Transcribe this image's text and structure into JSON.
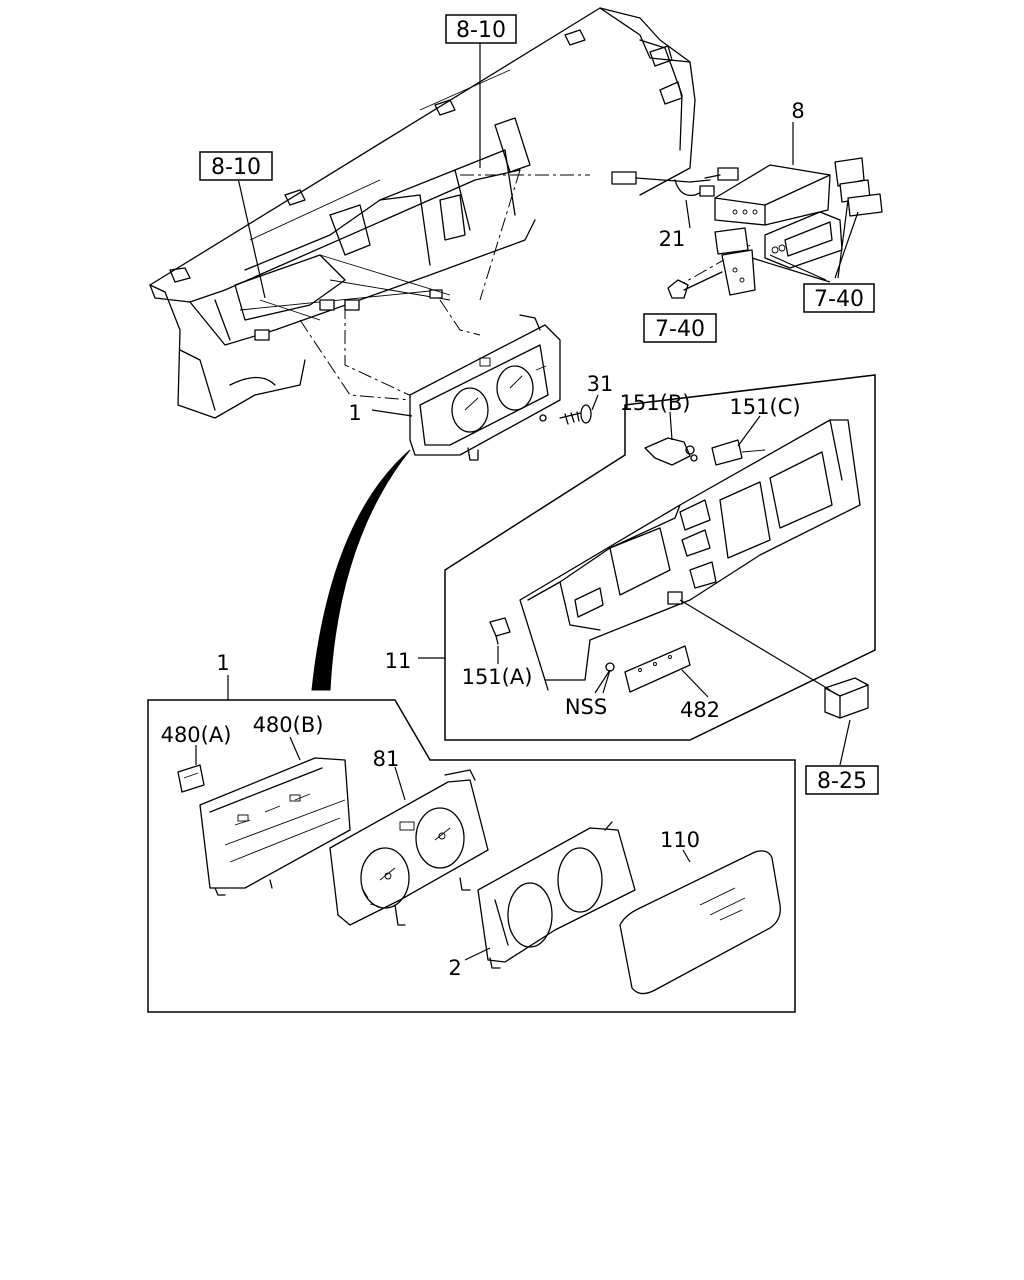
{
  "diagram": {
    "part_labels": {
      "p8": "8",
      "p21": "21",
      "p31": "31",
      "p1_top": "1",
      "p1_bottom": "1",
      "p11": "11",
      "p151a": "151(A)",
      "p151b": "151(B)",
      "p151c": "151(C)",
      "nss": "NSS",
      "p482": "482",
      "p480a": "480(A)",
      "p480b": "480(B)",
      "p81": "81",
      "p110": "110",
      "p2": "2"
    },
    "references": {
      "ref_top": "8-10",
      "ref_left": "8-10",
      "ref_740_right": "7-40",
      "ref_740_left": "7-40",
      "ref_825": "8-25"
    }
  }
}
